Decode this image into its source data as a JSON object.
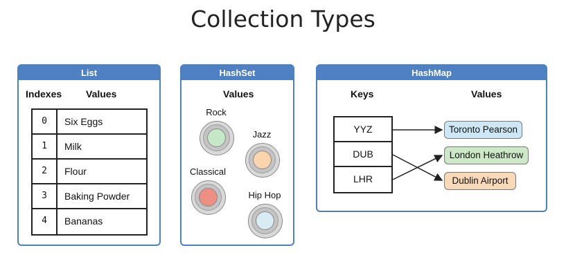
{
  "title": "Collection Types",
  "list": {
    "header": "List",
    "col_indexes": "Indexes",
    "col_values": "Values",
    "rows": [
      {
        "index": "0",
        "value": "Six Eggs"
      },
      {
        "index": "1",
        "value": "Milk"
      },
      {
        "index": "2",
        "value": "Flour"
      },
      {
        "index": "3",
        "value": "Baking Powder"
      },
      {
        "index": "4",
        "value": "Bananas"
      }
    ]
  },
  "hashset": {
    "header": "HashSet",
    "col_values": "Values",
    "items": [
      {
        "label": "Rock",
        "color": "#c6e8c8"
      },
      {
        "label": "Jazz",
        "color": "#f9d4ad"
      },
      {
        "label": "Classical",
        "color": "#ee8f84"
      },
      {
        "label": "Hip Hop",
        "color": "#d9ebf3"
      }
    ]
  },
  "hashmap": {
    "header": "HashMap",
    "col_keys": "Keys",
    "col_values": "Values",
    "keys": [
      "YYZ",
      "DUB",
      "LHR"
    ],
    "values": [
      {
        "label": "Toronto Pearson",
        "color": "#cde7f5"
      },
      {
        "label": "London Heathrow",
        "color": "#cde8c7"
      },
      {
        "label": "Dublin Airport",
        "color": "#f9d9b8"
      }
    ],
    "mapping": [
      {
        "key": "YYZ",
        "value": "Toronto Pearson"
      },
      {
        "key": "DUB",
        "value": "Dublin Airport"
      },
      {
        "key": "LHR",
        "value": "London Heathrow"
      }
    ]
  },
  "colors": {
    "panel_border": "#4d7fc4",
    "panel_header": "#4f80c3"
  }
}
